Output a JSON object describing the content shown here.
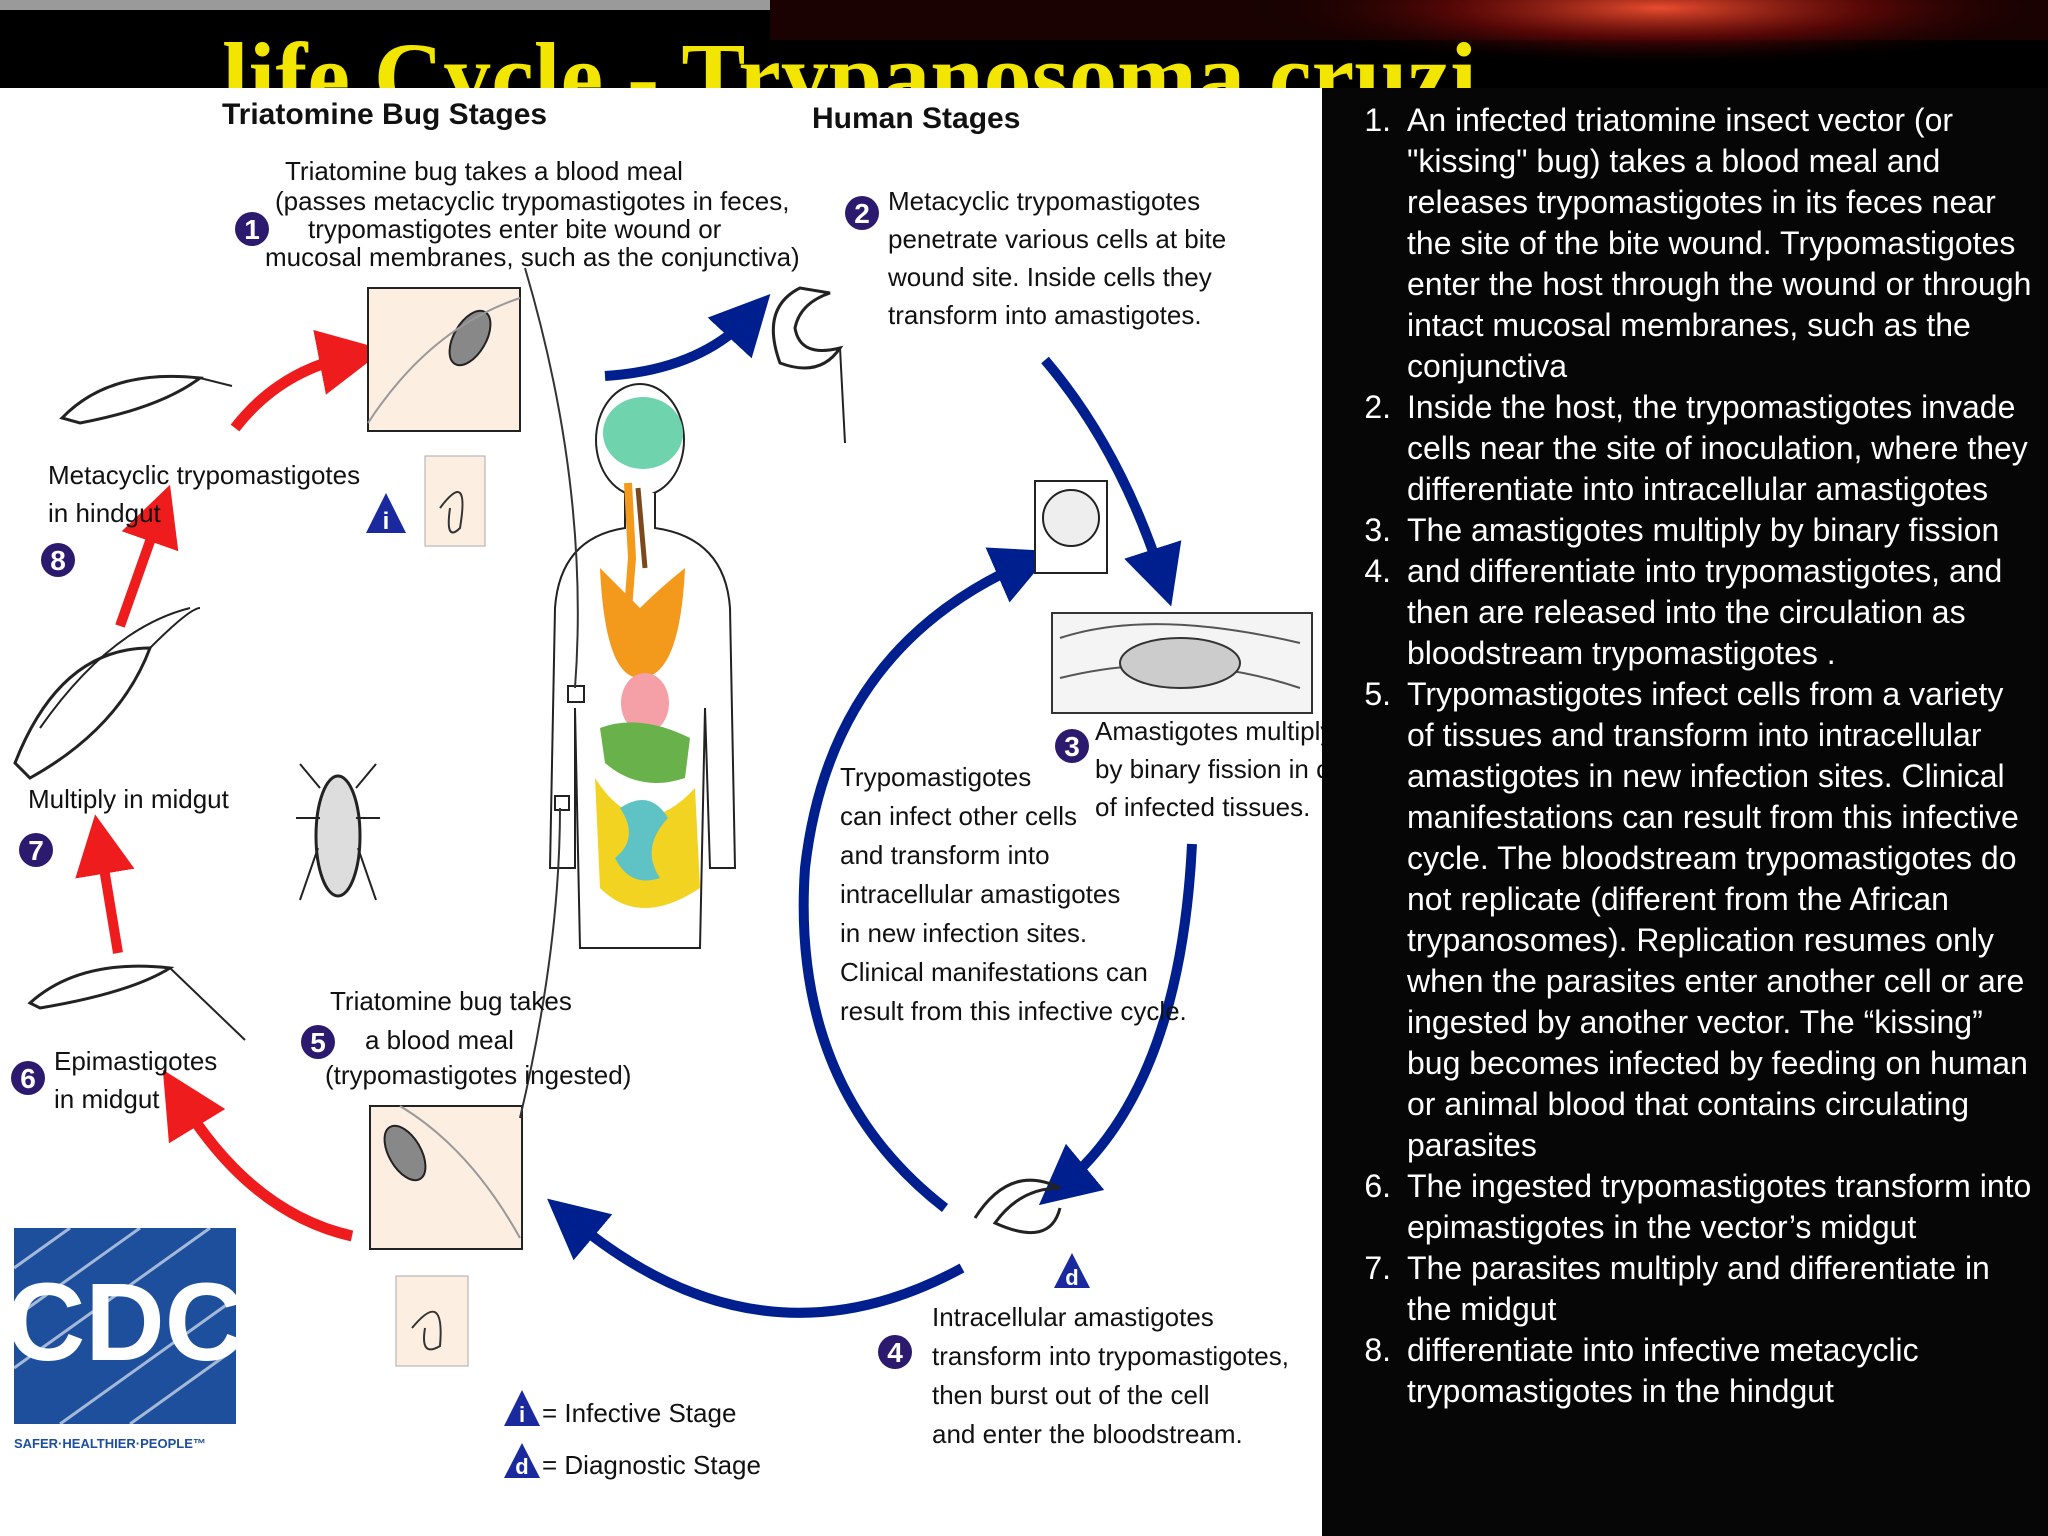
{
  "slide": {
    "title": "life Cycle - Trypanosoma cruzi",
    "colors": {
      "title": "#f2e600",
      "arrow_bug": "#ee1c1c",
      "arrow_human": "#001f8f",
      "badge": "#2b1a6e"
    }
  },
  "diagram": {
    "headings": {
      "bug_stages": "Triatomine Bug Stages",
      "human_stages": "Human Stages"
    },
    "step1": {
      "badge": "1",
      "lines": [
        "Triatomine bug takes a blood meal",
        "(passes metacyclic trypomastigotes in feces,",
        "trypomastigotes enter bite wound or",
        "mucosal membranes, such as the conjunctiva)"
      ]
    },
    "step2": {
      "badge": "2",
      "lines": [
        "Metacyclic trypomastigotes",
        "penetrate various cells at bite",
        "wound site.  Inside cells they",
        "transform into amastigotes."
      ]
    },
    "step3": {
      "badge": "3",
      "lines": [
        "Amastigotes multiply",
        "by binary fission in cells",
        "of infected tissues."
      ]
    },
    "step4": {
      "badge": "4",
      "lines": [
        "Intracellular amastigotes",
        "transform into trypomastigotes,",
        "then burst out of the cell",
        "and enter the bloodstream."
      ]
    },
    "step5": {
      "badge": "5",
      "lines": [
        "Triatomine bug takes",
        "a blood meal",
        "(trypomastigotes ingested)"
      ]
    },
    "step6": {
      "badge": "6",
      "lines": [
        "Epimastigotes",
        "in midgut"
      ]
    },
    "step7": {
      "badge": "7",
      "lines": [
        "Multiply in midgut"
      ]
    },
    "step8": {
      "badge": "8",
      "lines": [
        "Metacyclic trypomastigotes",
        "in hindgut"
      ]
    },
    "center_note": [
      "Trypomastigotes",
      "can infect other cells",
      "and transform into",
      "intracellular amastigotes",
      "in new infection sites.",
      "Clinical manifestations can",
      "result from this infective cycle."
    ],
    "markers": {
      "infective": "i",
      "diagnostic": "d"
    },
    "legend": {
      "infective": "= Infective Stage",
      "diagnostic": "= Diagnostic Stage"
    },
    "cdc_logo": {
      "text": "CDC",
      "tagline": "SAFER·HEALTHIER·PEOPLE™"
    }
  },
  "steps": [
    {
      "n": "1.",
      "text": "An infected triatomine insect vector (or \"kissing\" bug) takes a blood meal and releases trypomastigotes in its feces near the site of the bite wound. Trypomastigotes enter the host through the wound or through intact mucosal membranes, such as the conjunctiva"
    },
    {
      "n": "2.",
      "text": "Inside the host, the trypomastigotes invade cells near the site of inoculation, where they differentiate into intracellular amastigotes"
    },
    {
      "n": "3.",
      "text": "The amastigotes multiply by binary fission"
    },
    {
      "n": "4.",
      "text": "and differentiate into trypomastigotes, and then are released into the circulation as bloodstream trypomastigotes ."
    },
    {
      "n": "5.",
      "text": "Trypomastigotes infect cells from a variety of tissues and transform into intracellular amastigotes in new infection sites. Clinical manifestations can result from this infective cycle. The bloodstream trypomastigotes do not replicate (different from the African trypanosomes). Replication resumes only when the parasites enter another cell or are ingested by another vector. The “kissing” bug becomes infected by feeding on human or animal blood that contains circulating parasites"
    },
    {
      "n": "6.",
      "text": "The ingested trypomastigotes transform into epimastigotes in the vector’s midgut"
    },
    {
      "n": "7.",
      "text": "The parasites multiply and differentiate in the midgut"
    },
    {
      "n": "8.",
      "text": "differentiate into infective metacyclic trypomastigotes in the hindgut"
    }
  ]
}
